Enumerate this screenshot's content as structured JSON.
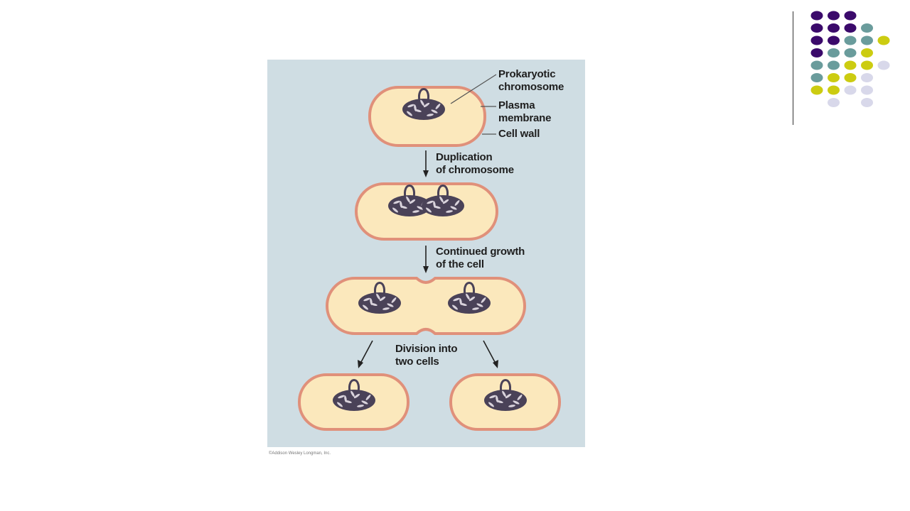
{
  "labels": {
    "chromosome_line1": "Prokaryotic",
    "chromosome_line2": "chromosome",
    "membrane_line1": "Plasma",
    "membrane_line2": "membrane",
    "cell_wall": "Cell wall",
    "step1_line1": "Duplication",
    "step1_line2": "of chromosome",
    "step2_line1": "Continued growth",
    "step2_line2": "of the cell",
    "step3_line1": "Division into",
    "step3_line2": "two cells"
  },
  "copyright": "©Addison Wesley Longman, Inc.",
  "colors": {
    "figure_background": "#cfdde3",
    "cell_fill": "#fbe8bc",
    "cell_wall": "#e0907a",
    "chromosome": "#4a4258",
    "dot_purple": "#3b0a6b",
    "dot_teal": "#6a9c9c",
    "dot_yellow": "#cccc11",
    "dot_lavender": "#d8d8ea"
  },
  "decor": {
    "dot_rows": [
      [
        "purple",
        "purple",
        "purple",
        "",
        "",
        ""
      ],
      [
        "purple",
        "purple",
        "purple",
        "teal",
        "",
        ""
      ],
      [
        "purple",
        "purple",
        "teal",
        "teal",
        "yellow",
        ""
      ],
      [
        "purple",
        "teal",
        "teal",
        "yellow",
        "",
        ""
      ],
      [
        "teal",
        "teal",
        "yellow",
        "yellow",
        "lavender",
        ""
      ],
      [
        "teal",
        "yellow",
        "yellow",
        "lavender",
        "",
        ""
      ],
      [
        "yellow",
        "yellow",
        "lavender",
        "lavender",
        "",
        ""
      ],
      [
        "",
        "lavender",
        "",
        "lavender",
        "",
        ""
      ]
    ]
  }
}
